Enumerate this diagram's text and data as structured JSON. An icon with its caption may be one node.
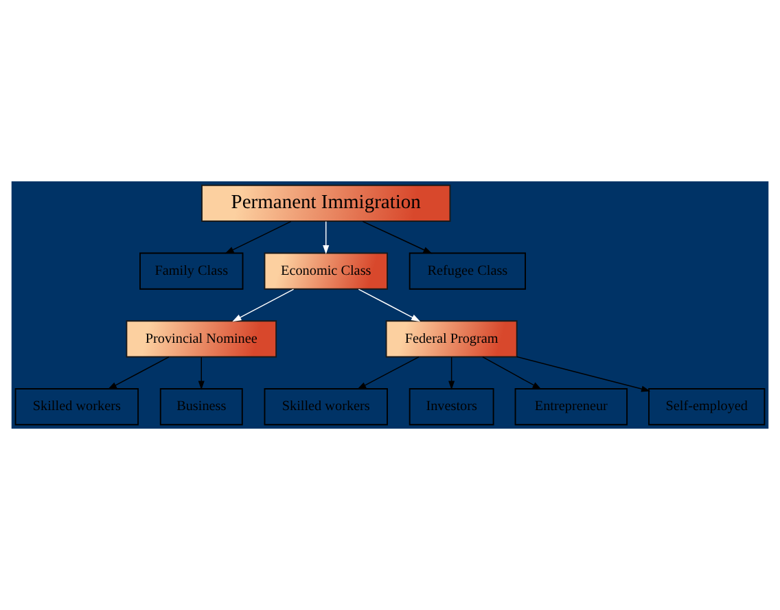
{
  "diagram": {
    "nodes": [
      {
        "text": [
          "Permanent Immigration"
        ]
      },
      {
        "text": [
          "Family Class"
        ]
      },
      {
        "text": [
          "Economic Class"
        ]
      },
      {
        "text": [
          "Refugee Class"
        ]
      },
      {
        "text": [
          "Provincial Nominee"
        ]
      },
      {
        "text": [
          "Federal Program"
        ]
      },
      {
        "text": [
          "Skilled workers"
        ]
      },
      {
        "text": [
          "Business"
        ]
      },
      {
        "text": [
          "Skilled workers"
        ]
      },
      {
        "text": [
          "Investors"
        ]
      },
      {
        "text": [
          "Entrepreneur"
        ]
      },
      {
        "text": [
          "Self-employed"
        ]
      }
    ],
    "edges": [
      {
        "from": 0,
        "to": 1,
        "arrow": "to"
      },
      {
        "from": 0,
        "to": 2,
        "arrow": "to",
        "color": "#ffffff"
      },
      {
        "from": 0,
        "to": 3,
        "arrow": "to"
      },
      {
        "from": 2,
        "to": 4,
        "arrow": "to",
        "color": "#ffffff"
      },
      {
        "from": 2,
        "to": 5,
        "arrow": "to",
        "color": "#ffffff"
      },
      {
        "from": 4,
        "to": 6,
        "arrow": "to"
      },
      {
        "from": 4,
        "to": 7,
        "arrow": "to"
      },
      {
        "from": 5,
        "to": 8,
        "arrow": "to"
      },
      {
        "from": 5,
        "to": 9,
        "arrow": "to"
      },
      {
        "from": 5,
        "to": 10,
        "arrow": "to"
      },
      {
        "from": 5,
        "to": 11,
        "arrow": "to"
      }
    ]
  }
}
